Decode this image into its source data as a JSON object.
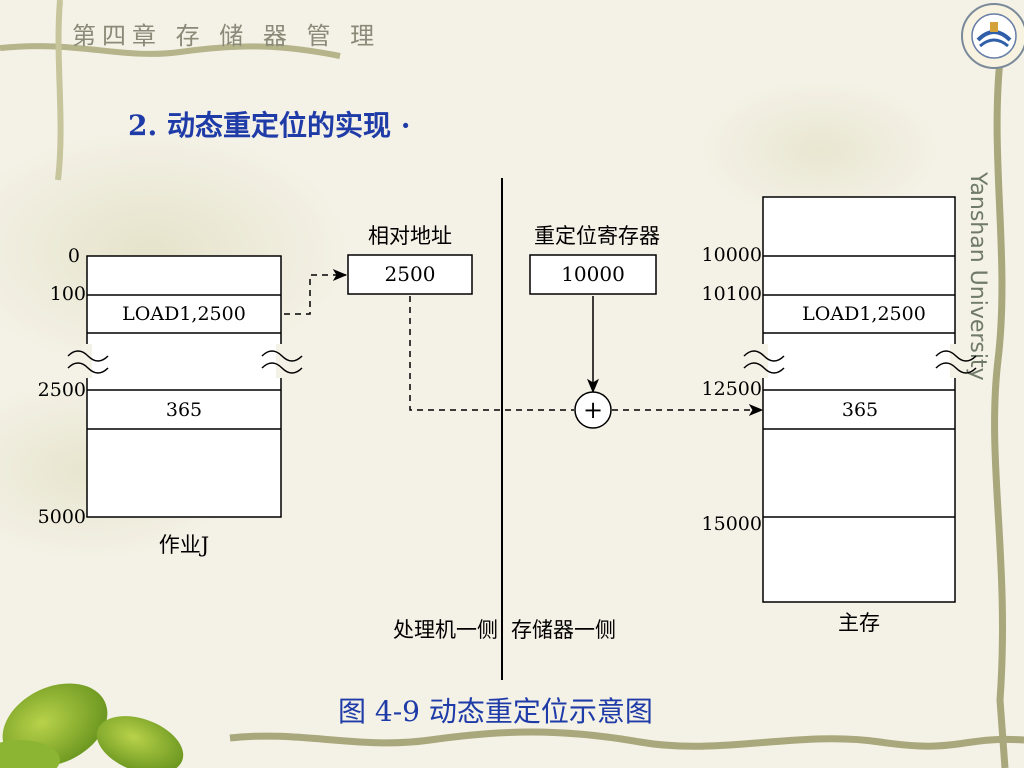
{
  "header": {
    "chapter": "第四章 存 储 器 管 理",
    "section": "2. 动态重定位的实现 ·",
    "university": "Yanshan University"
  },
  "diagram": {
    "job": {
      "labels": [
        "0",
        "100",
        "2500",
        "5000"
      ],
      "cells": [
        "LOAD1,2500",
        "365"
      ],
      "caption": "作业J"
    },
    "relative_address": {
      "label": "相对地址",
      "value": "2500"
    },
    "relocation_register": {
      "label": "重定位寄存器",
      "value": "10000"
    },
    "adder_symbol": "+",
    "memory": {
      "labels": [
        "10000",
        "10100",
        "12500",
        "15000"
      ],
      "cells": [
        "LOAD1,2500",
        "365"
      ],
      "caption": "主存"
    },
    "processor_side": "处理机一侧",
    "memory_side": "存储器一侧"
  },
  "caption": "图 4-9 动态重定位示意图"
}
